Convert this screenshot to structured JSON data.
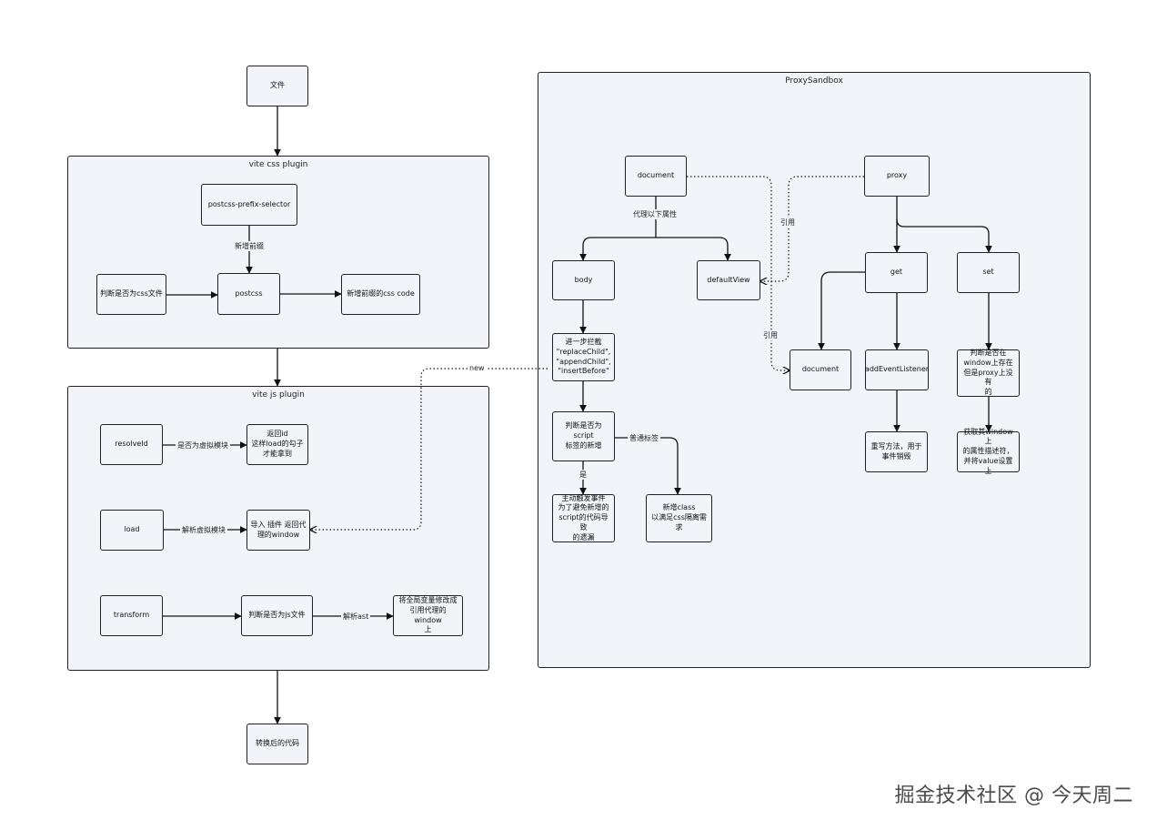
{
  "nodes": {
    "file": "文件",
    "postcss_prefix_selector": "postcss-prefix-selector",
    "is_css_file": "判断是否为css文件",
    "postcss": "postcss",
    "prefixed_css_code": "新增前缀的css code",
    "output_code": "转换后的代码",
    "resolve_id": "resolveId",
    "return_id": "返回id\n这样load的勾子\n才能拿到",
    "load": "load",
    "import_plugin": "导入 插件 返回代\n理的window",
    "transform": "transform",
    "is_js_file": "判断是否为js文件",
    "replace_window": "将全局变量修改成\n引用代理的window\n上",
    "document": "document",
    "proxy": "proxy",
    "body": "body",
    "default_view": "defaultView",
    "get": "get",
    "set": "set",
    "intercept": "进一步拦截\n\"replaceChild\",\n\"appendChild\",\n\"insertBefore\"",
    "document2": "document",
    "add_event_listener": "addEventListener",
    "check_window": "判断是否在\nwindow上存在\n但是proxy上没有\n的",
    "is_script_tag": "判断是否为script\n标签的新增",
    "rewrite_method": "重写方法，用于\n事件销毁",
    "get_descriptor": "获取其window上\n的属性描述符，\n并将value设置上",
    "trigger_event": "主动触发事件\n为了避免新增的\nscript的代码导致\n的遗漏",
    "add_class": "新增class\n以满足css隔离需求"
  },
  "frames": {
    "vite_css": "vite css plugin",
    "vite_js": "vite js plugin",
    "proxy_sandbox": "ProxySandbox"
  },
  "edge_labels": {
    "add_prefix": "新增前缀",
    "is_virtual": "是否为虚拟模块",
    "parse_virtual": "解析虚拟模块",
    "parse_ast": "解析ast",
    "new": "new",
    "proxy_props": "代理以下属性",
    "ref1": "引用",
    "ref2": "引用",
    "normal_tag": "普通标签",
    "yes": "是"
  },
  "watermark": "掘金技术社区 @ 今天周二"
}
